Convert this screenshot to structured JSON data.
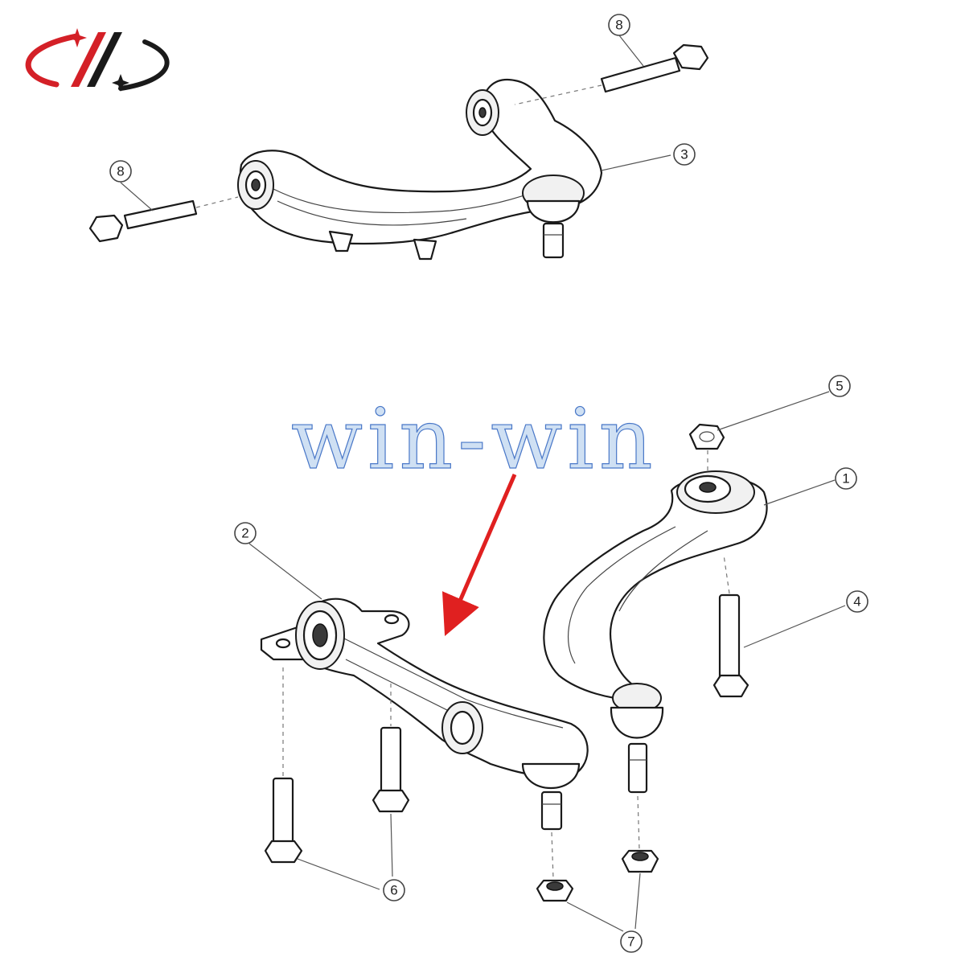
{
  "logo": {
    "icon": "brand-logo-icon",
    "colors": {
      "red": "#d42027",
      "black": "#1a1a1a"
    }
  },
  "watermark": {
    "text": "win-win",
    "color": "#4a78c8"
  },
  "arrow": {
    "color": "#e02020"
  },
  "callouts": [
    {
      "id": "callout-1",
      "label": "1"
    },
    {
      "id": "callout-2",
      "label": "2"
    },
    {
      "id": "callout-3",
      "label": "3"
    },
    {
      "id": "callout-4",
      "label": "4"
    },
    {
      "id": "callout-5",
      "label": "5"
    },
    {
      "id": "callout-6",
      "label": "6"
    },
    {
      "id": "callout-7",
      "label": "7"
    },
    {
      "id": "callout-8a",
      "label": "8"
    },
    {
      "id": "callout-8b",
      "label": "8"
    }
  ]
}
